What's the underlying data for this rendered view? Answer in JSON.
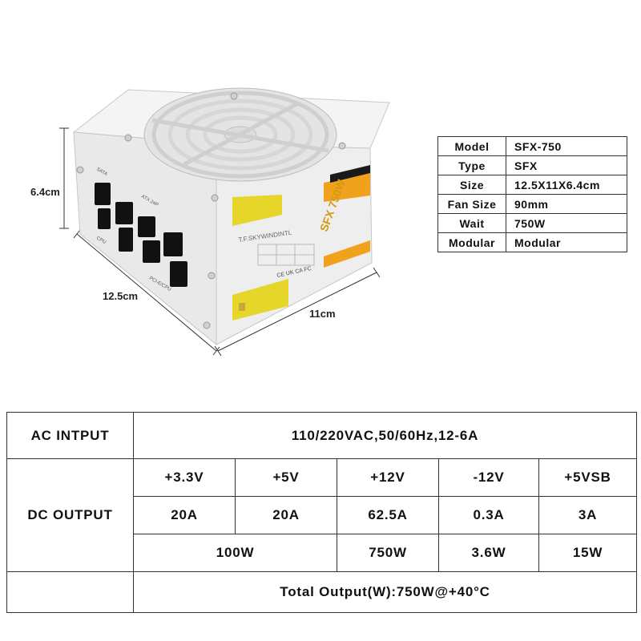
{
  "figure": {
    "height_label": "6.4cm",
    "length_label": "12.5cm",
    "width_label": "11cm",
    "brand_text": "T.F.SKYWINDINTL",
    "badge_text": "SFX 750W",
    "connector_labels": {
      "sata": "SATA",
      "atx": "ATX 24P",
      "cpu": "CPU",
      "pcie": "PCI-E/CPU"
    },
    "cert_marks": "CE UK CA FC",
    "colors": {
      "case": "#f2f2f2",
      "stripe_yellow": "#e7d62a",
      "stripe_orange": "#f0a21c",
      "stripe_black": "#1a1a1a"
    }
  },
  "spec_table": [
    {
      "key": "Model",
      "value": "SFX-750"
    },
    {
      "key": "Type",
      "value": "SFX"
    },
    {
      "key": "Size",
      "value": "12.5X11X6.4cm"
    },
    {
      "key": "Fan Size",
      "value": "90mm"
    },
    {
      "key": "Wait",
      "value": "750W"
    },
    {
      "key": "Modular",
      "value": "Modular"
    }
  ],
  "output_table": {
    "ac_label": "AC INTPUT",
    "ac_value": "110/220VAC,50/60Hz,12-6A",
    "dc_label": "DC OUTPUT",
    "rails": [
      "+3.3V",
      "+5V",
      "+12V",
      "-12V",
      "+5VSB"
    ],
    "currents": [
      "20A",
      "20A",
      "62.5A",
      "0.3A",
      "3A"
    ],
    "power_combined": "100W",
    "power_12v": "750W",
    "power_neg12v": "3.6W",
    "power_5vsb": "15W",
    "total": "Total Output(W):750W@+40°C"
  }
}
